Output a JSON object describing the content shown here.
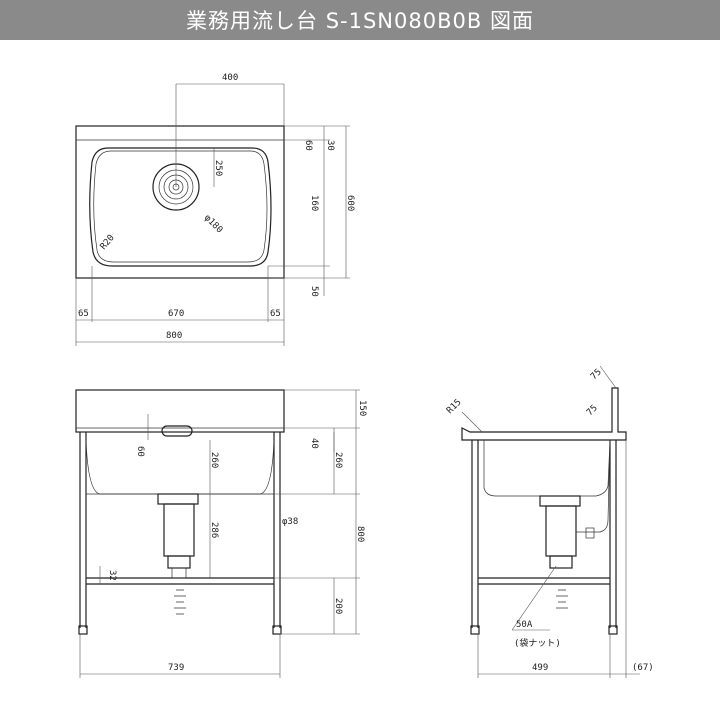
{
  "header": {
    "title": "業務用流し台 S-1SN080B0B 図面"
  },
  "top_view": {
    "dim_width_top": "400",
    "dim_60": "60",
    "dim_30": "30",
    "dim_250": "250",
    "dim_600": "600",
    "dim_160": "160",
    "dim_phi180": "φ180",
    "dim_r20": "R20",
    "dim_50": "50",
    "dim_65_left": "65",
    "dim_670": "670",
    "dim_65_right": "65",
    "dim_800": "800"
  },
  "front_view": {
    "dim_150": "150",
    "dim_40": "40",
    "dim_60": "60",
    "dim_260_a": "260",
    "dim_260_b": "260",
    "dim_286": "286",
    "dim_phi38": "φ38",
    "dim_800": "800",
    "dim_32": "32",
    "dim_200": "200",
    "dim_739": "739"
  },
  "side_view": {
    "dim_r15": "R15",
    "dim_75_a": "75",
    "dim_75_b": "75",
    "dim_50a": "50A",
    "label_drain": "(袋ナット)",
    "dim_499": "499",
    "dim_67": "(67)"
  }
}
